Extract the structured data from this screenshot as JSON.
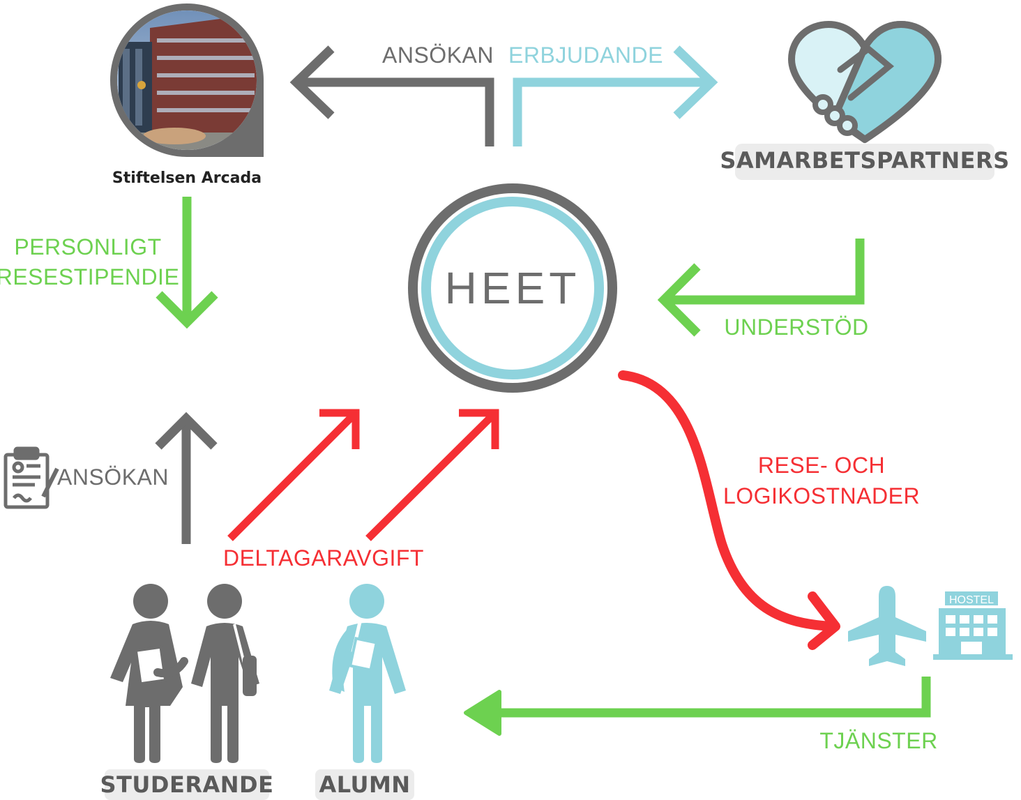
{
  "colors": {
    "gray": "#6d6d6d",
    "teal": "#8fd3dd",
    "green": "#6dd150",
    "red": "#f52f34",
    "pill_bg": "#ececec"
  },
  "nodes": {
    "arcada": {
      "label": "Stiftelsen Arcada"
    },
    "partners": {
      "label": "SAMARBETSPARTNERS"
    },
    "heet": {
      "logo_text": "HEET"
    },
    "students": {
      "label": "STUDERANDE"
    },
    "alumn": {
      "label": "ALUMN"
    },
    "hostel": {
      "sign": "HOSTEL"
    }
  },
  "flows": {
    "ansokan_top": "ANSÖKAN",
    "erbjudande": "ERBJUDANDE",
    "stipend_line1": "PERSONLIGT",
    "stipend_line2": "RESESTIPENDIE",
    "understod": "UNDERSTÖD",
    "ansokan_left": "ANSÖKAN",
    "deltagaravgift": "DELTAGARAVGIFT",
    "costs_line1": "RESE- OCH",
    "costs_line2": "LOGIKOSTNADER",
    "tjanster": "TJÄNSTER"
  }
}
